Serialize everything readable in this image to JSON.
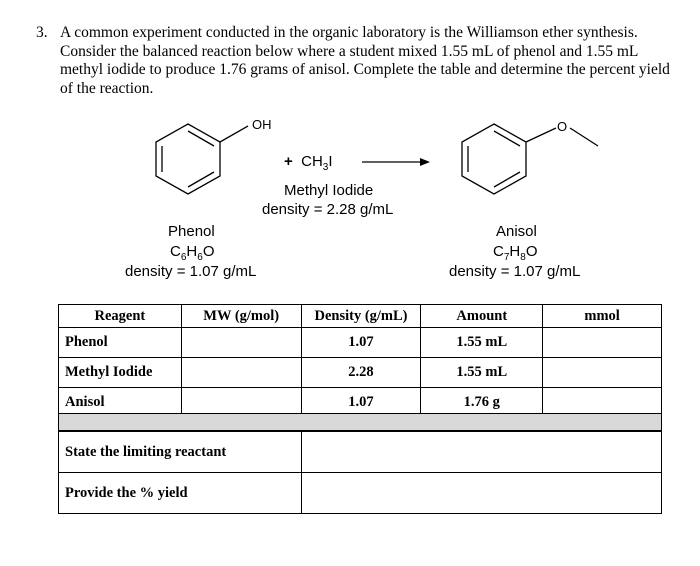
{
  "question": {
    "number": "3.",
    "text": "A common experiment conducted in the organic laboratory is the Williamson ether synthesis. Consider the balanced reaction below where a student mixed 1.55 mL of phenol and 1.55 mL methyl iodide to produce 1.76 grams of anisol. Complete the table and determine the percent yield of the reaction."
  },
  "reaction": {
    "phenol": {
      "oh_label": "OH",
      "name": "Phenol",
      "formula_c": "C",
      "formula_c_sub": "6",
      "formula_h": "H",
      "formula_h_sub": "6",
      "formula_o": "O",
      "density": "density = 1.07 g/mL"
    },
    "plus": "+",
    "methyl_iodide": {
      "formula_main": "CH",
      "formula_sub": "3",
      "formula_end": "I",
      "name": "Methyl Iodide",
      "density": "density = 2.28 g/mL"
    },
    "anisol": {
      "o_label": "O",
      "name": "Anisol",
      "formula_c": "C",
      "formula_c_sub": "7",
      "formula_h": "H",
      "formula_h_sub": "8",
      "formula_o": "O",
      "density": "density = 1.07 g/mL"
    }
  },
  "table": {
    "headers": [
      "Reagent",
      "MW (g/mol)",
      "Density (g/mL)",
      "Amount",
      "mmol"
    ],
    "rows": [
      {
        "reagent": "Phenol",
        "mw": "",
        "density": "1.07",
        "amount": "1.55 mL",
        "mmol": ""
      },
      {
        "reagent": "Methyl Iodide",
        "mw": "",
        "density": "2.28",
        "amount": "1.55 mL",
        "mmol": ""
      },
      {
        "reagent": "Anisol",
        "mw": "",
        "density": "1.07",
        "amount": "1.76 g",
        "mmol": ""
      }
    ]
  },
  "answers": [
    {
      "label": "State the limiting reactant",
      "value": ""
    },
    {
      "label": "Provide the % yield",
      "value": ""
    }
  ]
}
